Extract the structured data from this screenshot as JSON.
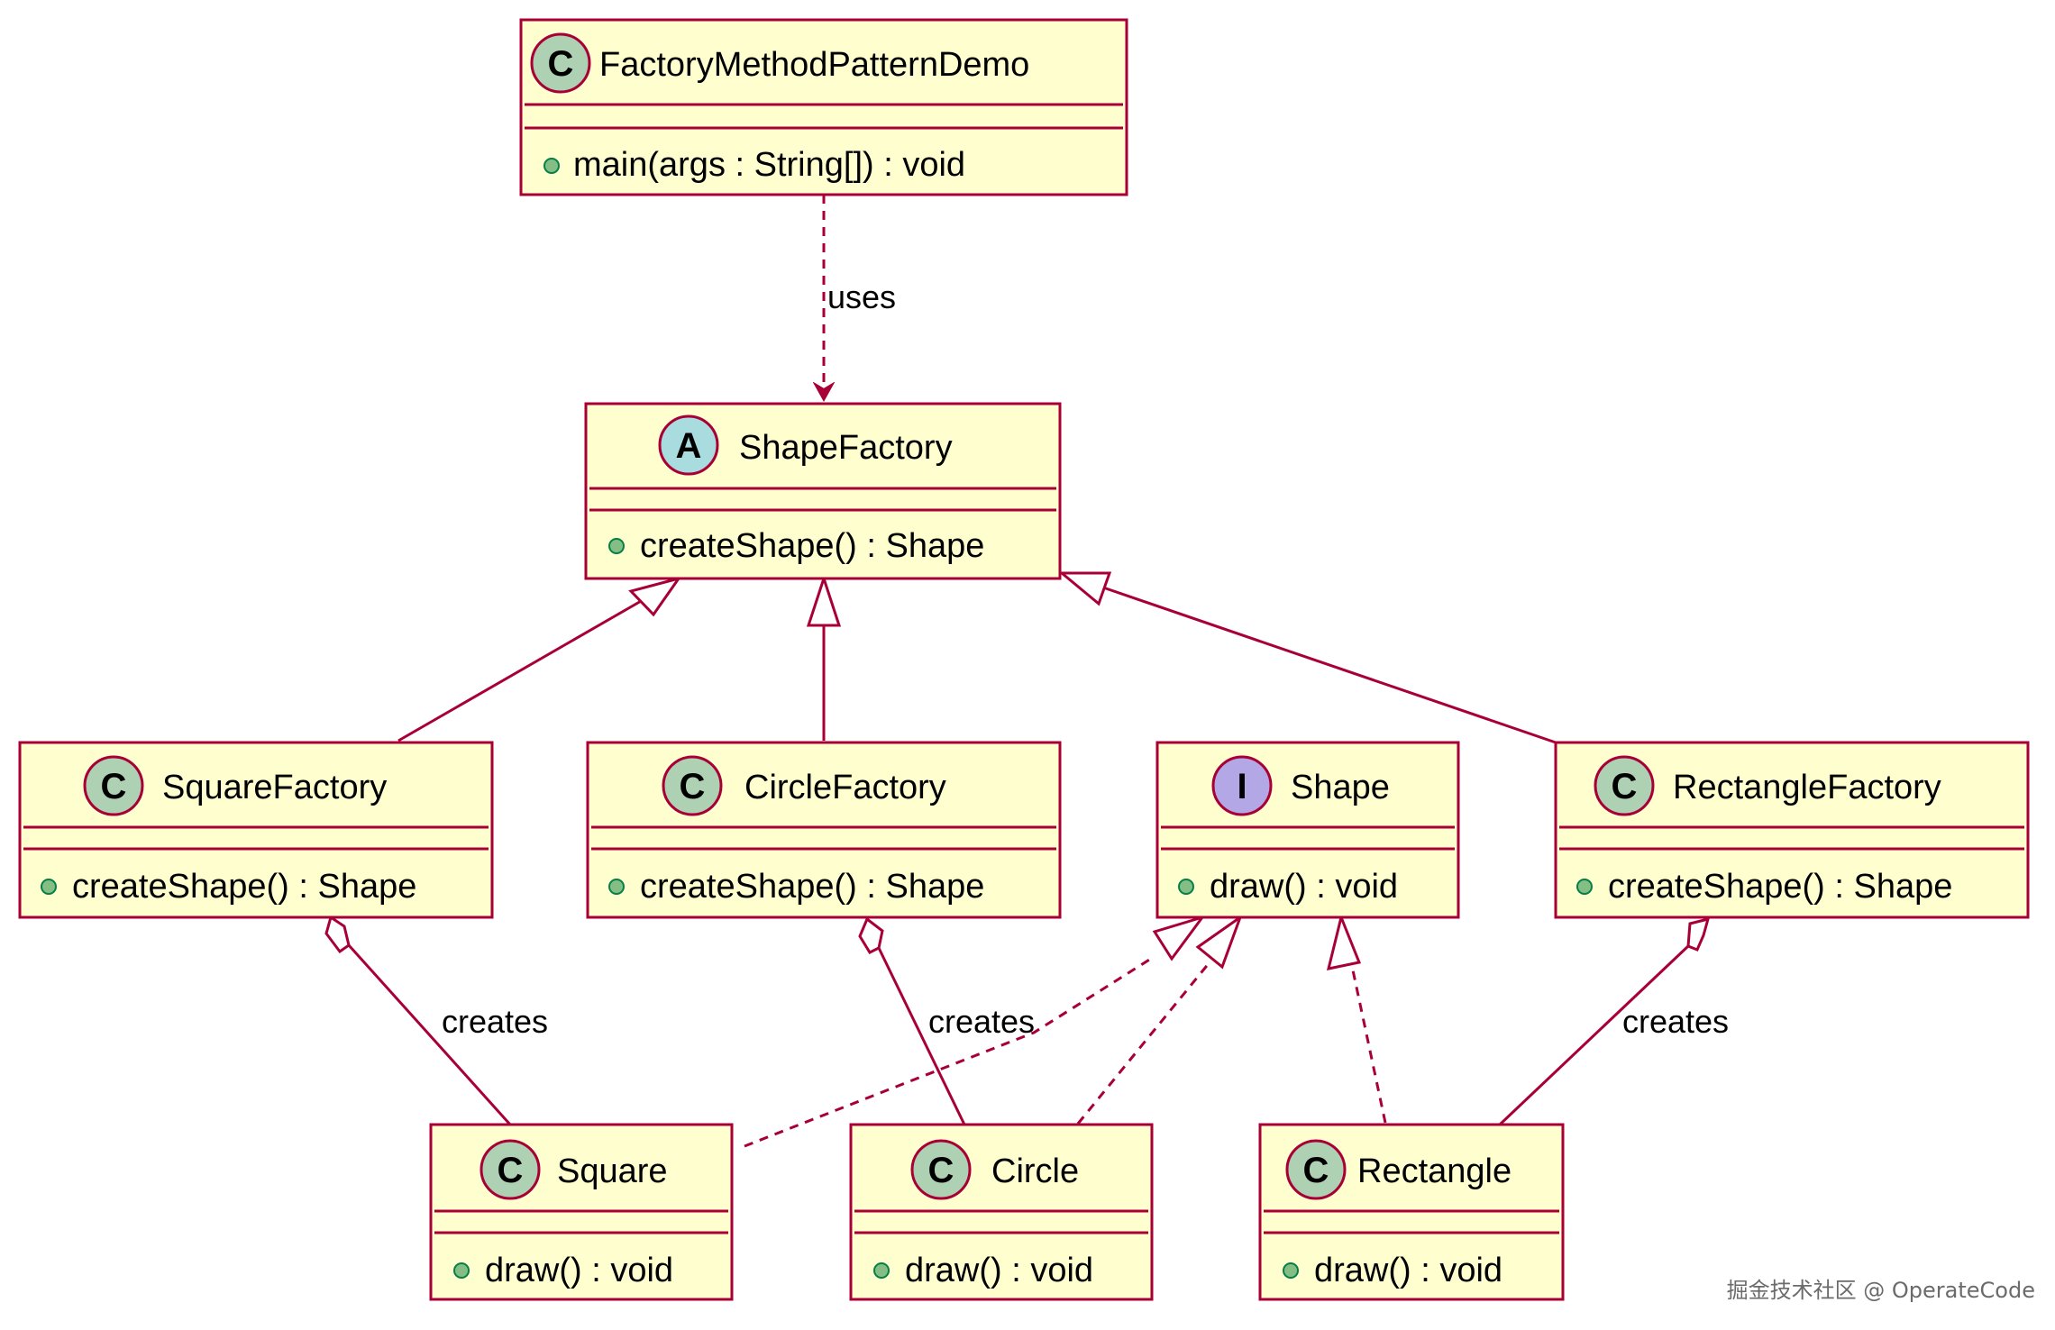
{
  "diagram": {
    "classes": {
      "demo": {
        "stereotype": "C",
        "name": "FactoryMethodPatternDemo",
        "method": "main(args : String[]) : void"
      },
      "shape_factory": {
        "stereotype": "A",
        "name": "ShapeFactory",
        "method": "createShape() : Shape"
      },
      "square_factory": {
        "stereotype": "C",
        "name": "SquareFactory",
        "method": "createShape() : Shape"
      },
      "circle_factory": {
        "stereotype": "C",
        "name": "CircleFactory",
        "method": "createShape() : Shape"
      },
      "shape": {
        "stereotype": "I",
        "name": "Shape",
        "method": "draw() : void"
      },
      "rectangle_factory": {
        "stereotype": "C",
        "name": "RectangleFactory",
        "method": "createShape() : Shape"
      },
      "square": {
        "stereotype": "C",
        "name": "Square",
        "method": "draw() : void"
      },
      "circle": {
        "stereotype": "C",
        "name": "Circle",
        "method": "draw() : void"
      },
      "rectangle": {
        "stereotype": "C",
        "name": "Rectangle",
        "method": "draw() : void"
      }
    },
    "edge_labels": {
      "uses": "uses",
      "creates_square": "creates",
      "creates_circle": "creates",
      "creates_rectangle": "creates"
    },
    "watermark": "掘金技术社区 @ OperateCode"
  },
  "colors": {
    "box_fill": "#FEFECE",
    "border": "#A80036",
    "class_badge": "#ADD1B2",
    "abstract_badge": "#A9DCDF",
    "interface_badge": "#B4A7E5",
    "method_dot": "#84BE84"
  }
}
